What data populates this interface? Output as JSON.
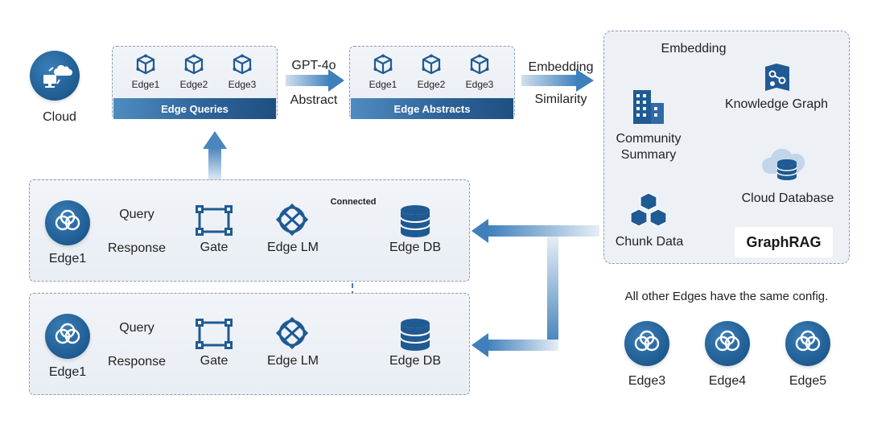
{
  "cloud": {
    "label": "Cloud"
  },
  "edge_queries": {
    "title": "Edge Queries",
    "items": [
      "Edge1",
      "Edge2",
      "Edge3"
    ]
  },
  "edge_abstracts": {
    "title": "Edge Abstracts",
    "items": [
      "Edge1",
      "Edge2",
      "Edge3"
    ]
  },
  "arrow_gpt": {
    "line1": "GPT-4o",
    "line2": "Abstract"
  },
  "arrow_embed": {
    "line1": "Embedding",
    "line2": "Similarity"
  },
  "graphrag": {
    "title": "GraphRAG",
    "embedding_label": "Embedding",
    "knowledge_graph": "Knowledge Graph",
    "community_summary_1": "Community",
    "community_summary_2": "Summary",
    "cloud_database": "Cloud Database",
    "chunk_data": "Chunk Data"
  },
  "edge_row_1": {
    "edge": "Edge1",
    "query": "Query",
    "response": "Response",
    "gate": "Gate",
    "edge_lm": "Edge LM",
    "edge_db": "Edge DB"
  },
  "edge_row_2": {
    "edge": "Edge1",
    "query": "Query",
    "response": "Response",
    "gate": "Gate",
    "edge_lm": "Edge LM",
    "edge_db": "Edge DB"
  },
  "connected_label": "Connected",
  "other_edges": {
    "note": "All other Edges have the same config.",
    "items": [
      "Edge3",
      "Edge4",
      "Edge5"
    ]
  },
  "colors": {
    "primary": "#1e5b91",
    "arrow": "#4a86bd",
    "line": "#3e6fa8"
  }
}
